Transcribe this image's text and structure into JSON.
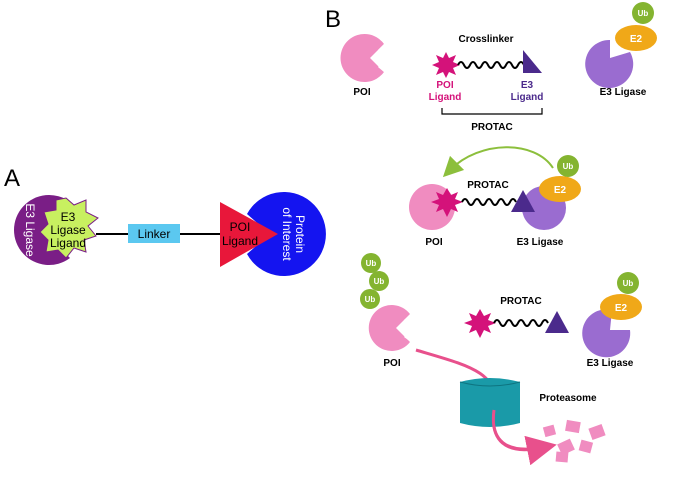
{
  "panel_a": {
    "letter": "A",
    "e3_ligase": "E3 Ligase",
    "e3_ligase_ligand": [
      "E3",
      "Ligase",
      "Ligand"
    ],
    "linker": "Linker",
    "poi_ligand": [
      "POI",
      "Ligand"
    ],
    "protein_of_interest": [
      "Protein",
      "of Interest"
    ]
  },
  "panel_b": {
    "letter": "B",
    "step1": {
      "poi": "POI",
      "crosslinker": "Crosslinker",
      "poi_ligand": [
        "POI",
        "Ligand"
      ],
      "e3_ligand": [
        "E3",
        "Ligand"
      ],
      "protac": "PROTAC",
      "ub": "Ub",
      "e2": "E2",
      "e3_ligase": "E3 Ligase"
    },
    "step2": {
      "protac": "PROTAC",
      "ub": "Ub",
      "e2": "E2",
      "poi": "POI",
      "e3_ligase": "E3 Ligase"
    },
    "step3": {
      "ub": [
        "Ub",
        "Ub",
        "Ub"
      ],
      "poi": "POI",
      "protac": "PROTAC",
      "ub_e3": "Ub",
      "e2": "E2",
      "e3_ligase": "E3 Ligase",
      "proteasome": "Proteasome"
    }
  },
  "colors": {
    "purple_dark": "#7a1e86",
    "ligand_green": "#c8f060",
    "linker_blue": "#5bc8f0",
    "poi_ligand_red": "#e8173a",
    "protein_blue": "#1414f0",
    "poi_pink": "#f08cc0",
    "magenta": "#d4127a",
    "e3_ligand_purple": "#4b2a8c",
    "e3_ligase_lavender": "#9a6cd0",
    "e2_orange": "#f0a818",
    "ub_green": "#84b430",
    "proteasome_teal": "#1a9aa8",
    "arrow_green": "#8cbf3c",
    "arrow_pink": "#e8508c"
  }
}
